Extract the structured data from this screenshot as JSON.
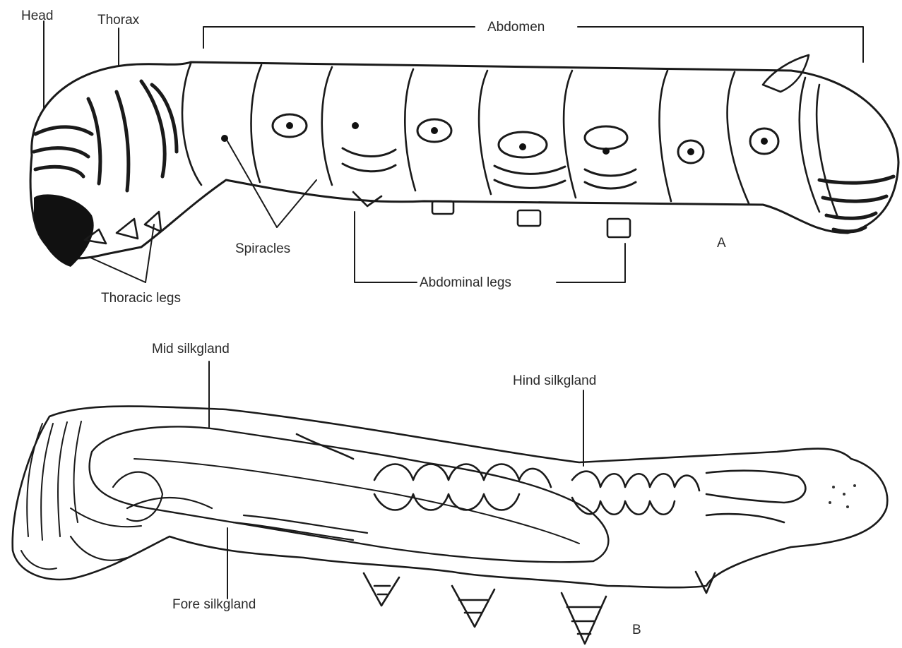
{
  "diagram": {
    "figure_a": {
      "panel_label": "A",
      "labels": {
        "head": "Head",
        "thorax": "Thorax",
        "abdomen": "Abdomen",
        "spiracles": "Spiracles",
        "thoracic_legs": "Thoracic legs",
        "abdominal_legs": "Abdominal legs"
      }
    },
    "figure_b": {
      "panel_label": "B",
      "labels": {
        "mid_silkgland": "Mid silkgland",
        "hind_silkgland": "Hind silkgland",
        "fore_silkgland": "Fore silkgland"
      }
    }
  }
}
